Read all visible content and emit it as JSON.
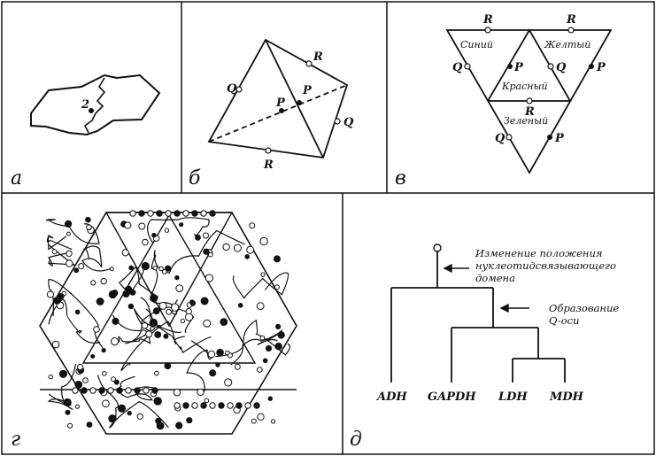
{
  "panels": {
    "a": {
      "label": "а",
      "marker": "2"
    },
    "b": {
      "label": "б",
      "points": [
        "Q",
        "R",
        "P",
        "P",
        "Q",
        "R"
      ]
    },
    "v": {
      "label": "в",
      "colors": {
        "blue": "Синий",
        "yellow": "Желтый",
        "red": "Красный",
        "green": "Зеленый"
      },
      "points": [
        "R",
        "R",
        "Q",
        "P",
        "Q",
        "P",
        "R",
        "Q",
        "P"
      ]
    },
    "g": {
      "label": "г"
    },
    "d": {
      "label": "д",
      "annotation_1": [
        "Изменение положения",
        "нуклеотидсвязывающего",
        "домена"
      ],
      "annotation_2": [
        "Образование",
        "Q-оси"
      ],
      "leaves": [
        "ADH",
        "GAPDH",
        "LDH",
        "MDH"
      ]
    }
  }
}
